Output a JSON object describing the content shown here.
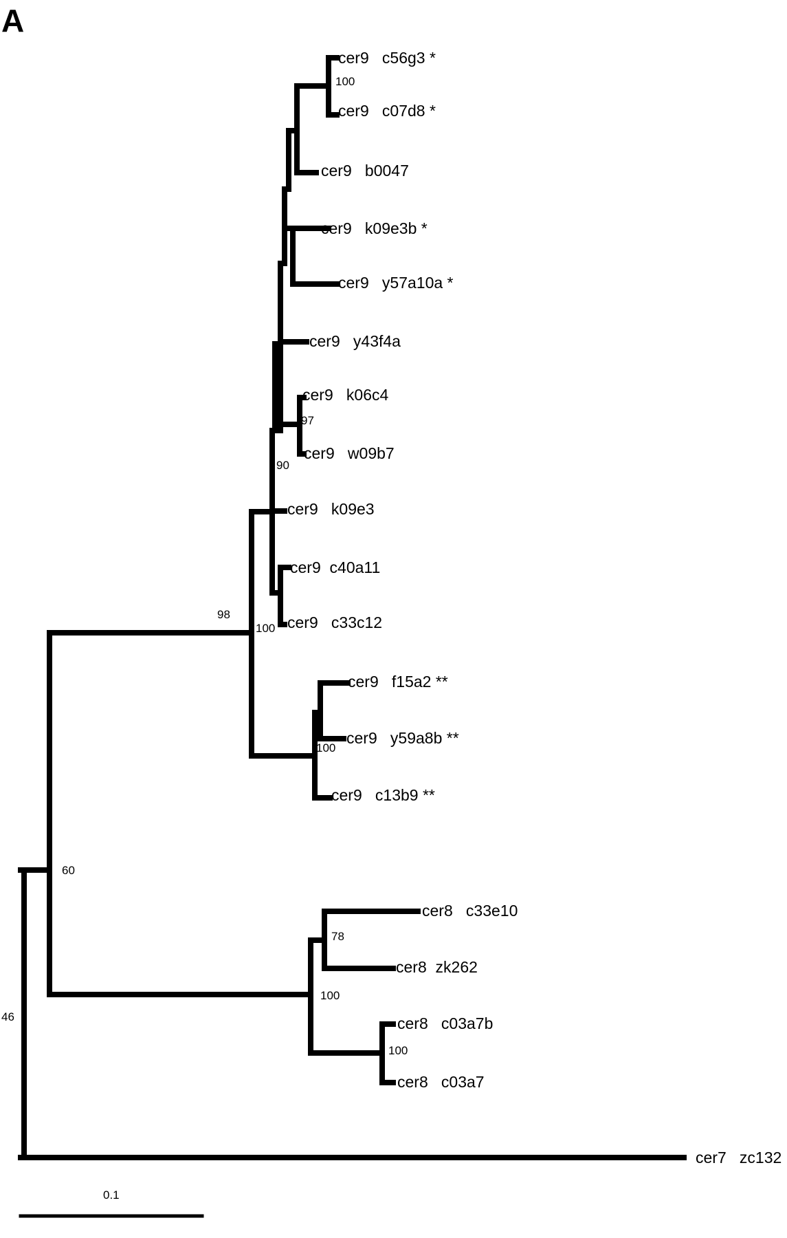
{
  "panel_label": "A",
  "scale_bar": {
    "label": "0.1"
  },
  "leaves": [
    {
      "id": "c56g3",
      "name": "cer9   c56g3 *"
    },
    {
      "id": "c07d8",
      "name": "cer9   c07d8 *"
    },
    {
      "id": "b0047",
      "name": "cer9   b0047"
    },
    {
      "id": "k09e3b",
      "name": "cer9   k09e3b *"
    },
    {
      "id": "y57a10a",
      "name": "cer9   y57a10a *"
    },
    {
      "id": "y43f4a",
      "name": "cer9   y43f4a"
    },
    {
      "id": "k06c4",
      "name": "cer9   k06c4"
    },
    {
      "id": "w09b7",
      "name": "cer9   w09b7"
    },
    {
      "id": "k09e3",
      "name": "cer9   k09e3"
    },
    {
      "id": "c40a11",
      "name": "cer9  c40a11"
    },
    {
      "id": "c33c12",
      "name": "cer9   c33c12"
    },
    {
      "id": "f15a2",
      "name": "cer9   f15a2 **"
    },
    {
      "id": "y59a8b",
      "name": "cer9   y59a8b **"
    },
    {
      "id": "c13b9",
      "name": "cer9   c13b9 **"
    },
    {
      "id": "c33e10",
      "name": "cer8   c33e10"
    },
    {
      "id": "zk262",
      "name": "cer8  zk262"
    },
    {
      "id": "c03a7b",
      "name": "cer8   c03a7b"
    },
    {
      "id": "c03a7",
      "name": "cer8   c03a7"
    },
    {
      "id": "zc132",
      "name": "cer7   zc132"
    }
  ],
  "support_values": [
    {
      "node": "c56g3-c07d8",
      "value": "100"
    },
    {
      "node": "k06c4-w09b7",
      "value": "97"
    },
    {
      "node": "k06c4-w09b7-k09e3",
      "value": "90"
    },
    {
      "node": "c40a11-c33c12",
      "value": "100"
    },
    {
      "node": "cer9-clade",
      "value": "98"
    },
    {
      "node": "f15a2-y59a8b-c13b9",
      "value": "100"
    },
    {
      "node": "cer9-cer8",
      "value": "60"
    },
    {
      "node": "c33e10-zk262",
      "value": "78"
    },
    {
      "node": "cer8-clade",
      "value": "100"
    },
    {
      "node": "c03a7b-c03a7",
      "value": "100"
    },
    {
      "node": "root",
      "value": "46"
    }
  ]
}
